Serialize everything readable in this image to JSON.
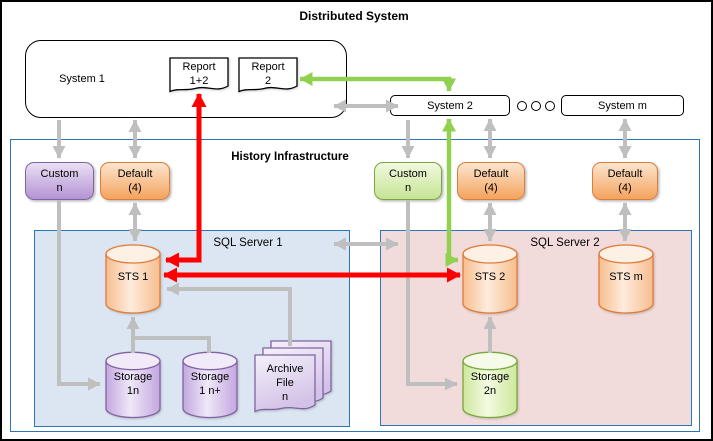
{
  "title": "Distributed System",
  "top": {
    "system1": "System 1",
    "report12_l1": "Report",
    "report12_l2": "1+2",
    "report2_l1": "Report",
    "report2_l2": "2",
    "system2": "System 2",
    "system_m": "System m"
  },
  "history": {
    "title": "History Infrastructure",
    "custom_left_l1": "Custom",
    "custom_left_l2": "n",
    "default_left_l1": "Default",
    "default_left_l2": "(4)",
    "custom_right_l1": "Custom",
    "custom_right_l2": "n",
    "default_r1_l1": "Default",
    "default_r1_l2": "(4)",
    "default_r2_l1": "Default",
    "default_r2_l2": "(4)"
  },
  "sql1": {
    "title": "SQL Server 1",
    "sts1": "STS 1",
    "storage1n_l1": "Storage",
    "storage1n_l2": "1n",
    "storage1np_l1": "Storage",
    "storage1np_l2": "1 n+",
    "archive_l1": "Archive",
    "archive_l2": "File",
    "archive_l3": "n"
  },
  "sql2": {
    "title": "SQL Server 2",
    "sts2": "STS 2",
    "sts_m": "STS m",
    "storage2n_l1": "Storage",
    "storage2n_l2": "2n"
  },
  "colors": {
    "gray_arrow": "#BFBFBF",
    "red_arrow": "#FE0000",
    "green_arrow": "#92D050",
    "region_border": "#2E75B6",
    "sql1_fill": "#DCE6F2",
    "sql2_fill": "#F2DCDB",
    "purple_border": "#8064A2",
    "orange_border": "#E07B39",
    "green_border": "#77A83C"
  }
}
